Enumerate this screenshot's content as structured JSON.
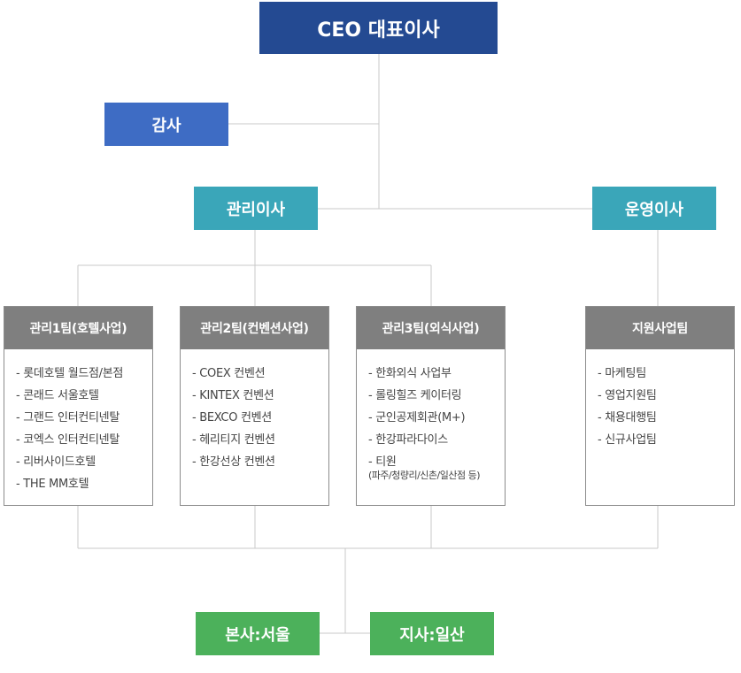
{
  "ceo": "CEO 대표이사",
  "audit": "감사",
  "directors": {
    "management": "관리이사",
    "operations": "운영이사"
  },
  "teams": [
    {
      "title": "관리1팀(호텔사업)",
      "items": [
        "롯데호텔 월드점/본점",
        "콘래드 서울호텔",
        "그랜드 인터컨티넨탈",
        "코엑스 인터컨티넨탈",
        "리버사이드호텔",
        "THE MM호텔"
      ]
    },
    {
      "title": "관리2팀(컨벤션사업)",
      "items": [
        "COEX 컨벤션",
        "KINTEX 컨벤션",
        "BEXCO 컨벤션",
        "헤리티지 컨벤션",
        "한강선상 컨벤션"
      ]
    },
    {
      "title": "관리3팀(외식사업)",
      "items": [
        "한화외식 사업부",
        "롤링힐즈 케이터링",
        "군인공제회관(M+)",
        "한강파라다이스",
        "티원"
      ],
      "note": "(파주/청량리/신촌/일산점 등)"
    },
    {
      "title": "지원사업팀",
      "items": [
        "마케팅팀",
        "영업지원팀",
        "채용대행팀",
        "신규사업팀"
      ]
    }
  ],
  "offices": {
    "hq": "본사:서울",
    "branch": "지사:일산"
  },
  "colors": {
    "ceo": "#244a92",
    "audit": "#3e6cc4",
    "director": "#3aa6b9",
    "team_header": "#7f7f7f",
    "office": "#4cb15b",
    "connector": "#c8c8c8"
  }
}
